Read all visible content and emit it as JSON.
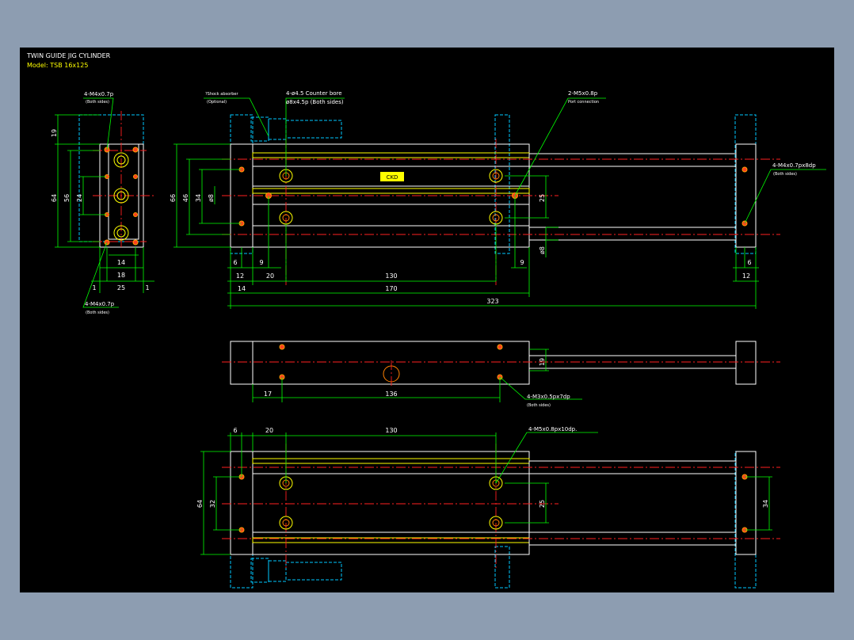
{
  "drawing": {
    "title": "TWIN GUIDE JIG CYLINDER",
    "model": "Model: TSB 16x125",
    "label_text": "CKD"
  },
  "notes": {
    "left_top": "4-M4x0.7p",
    "left_top_sub": "(Both sides)",
    "left_bottom": "4-M4x0.7p",
    "left_bottom_sub": "(Both sides)",
    "shock": "?Shock absorber",
    "shock_sub": "(Optional)",
    "counter": "4-ø4.5 Counter bore",
    "counter2": "ø8x4.5p (Both sides)",
    "port": "2-M5x0.8p",
    "port_sub": "Port connection",
    "rod_end": "4-M4x0.7px8dp",
    "rod_end_sub": "(Both sides)",
    "m3": "4-M3x0.5px7dp",
    "m3_sub": "(Both sides)",
    "m5": "4-M5x0.8px10dp."
  },
  "dims": {
    "d19": "19",
    "d64": "64",
    "d56": "56",
    "d24": "24",
    "d14": "14",
    "d18": "18",
    "d25": "25",
    "d1a": "1",
    "d1b": "1",
    "d66": "66",
    "d46": "46",
    "d34": "34",
    "d8a": "ø8",
    "d25b": "25",
    "d8b": "ø8",
    "d6": "6",
    "d9a": "9",
    "d9b": "9",
    "d12a": "12",
    "d20": "20",
    "d130": "130",
    "d14b": "14",
    "d170": "170",
    "d323": "323",
    "d6b": "6",
    "d12b": "12",
    "d19b": "19",
    "d17": "17",
    "d136": "136",
    "d6c": "6",
    "d20b": "20",
    "d130b": "130",
    "d64b": "64",
    "d32": "32",
    "d25c": "25",
    "d34b": "34"
  },
  "colors": {
    "background": "#000000",
    "frame": "#8d9db1",
    "outline": "#ffffff",
    "dimension": "#00ff00",
    "centerline": "#ff2020",
    "hidden": "#00c8ff",
    "highlight": "#ffff00"
  }
}
